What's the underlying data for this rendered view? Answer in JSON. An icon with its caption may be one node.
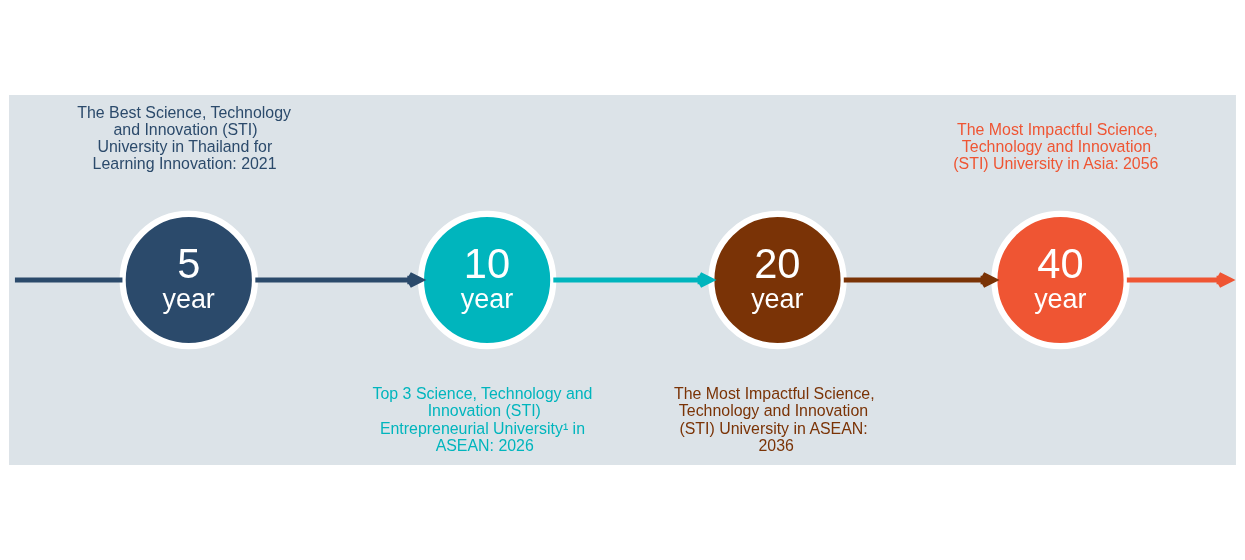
{
  "diagram": {
    "nodes": [
      {
        "text": [
          "5",
          "year"
        ],
        "beside": [
          "The Best Science, Technology and Innovation (STI) University in Thailand for Learning Innovation: 2021"
        ]
      },
      {
        "text": [
          "10",
          "year"
        ],
        "beside": [
          "Top 3 Science, Technology and Innovation (STI) Entrepreneurial University¹ in ASEAN: 2026"
        ]
      },
      {
        "text": [
          "20",
          "year"
        ],
        "beside": [
          "The Most Impactful Science, Technology and Innovation (STI) University in ASEAN: 2036"
        ]
      },
      {
        "text": [
          "40",
          "year"
        ],
        "beside": [
          "The Most Impactful Science, Technology and Innovation (STI) University in Asia: 2056"
        ]
      }
    ],
    "edges": [
      {
        "from": null,
        "to": 0,
        "arrow": "none",
        "color": "#2b4a6b"
      },
      {
        "from": 0,
        "to": 1,
        "arrow": "to",
        "color": "#2b4a6b"
      },
      {
        "from": 1,
        "to": 2,
        "arrow": "to",
        "color": "#00b5bd"
      },
      {
        "from": 2,
        "to": 3,
        "arrow": "to",
        "color": "#7a3306"
      },
      {
        "from": 3,
        "to": null,
        "arrow": "to",
        "color": "#ef5533"
      }
    ]
  }
}
